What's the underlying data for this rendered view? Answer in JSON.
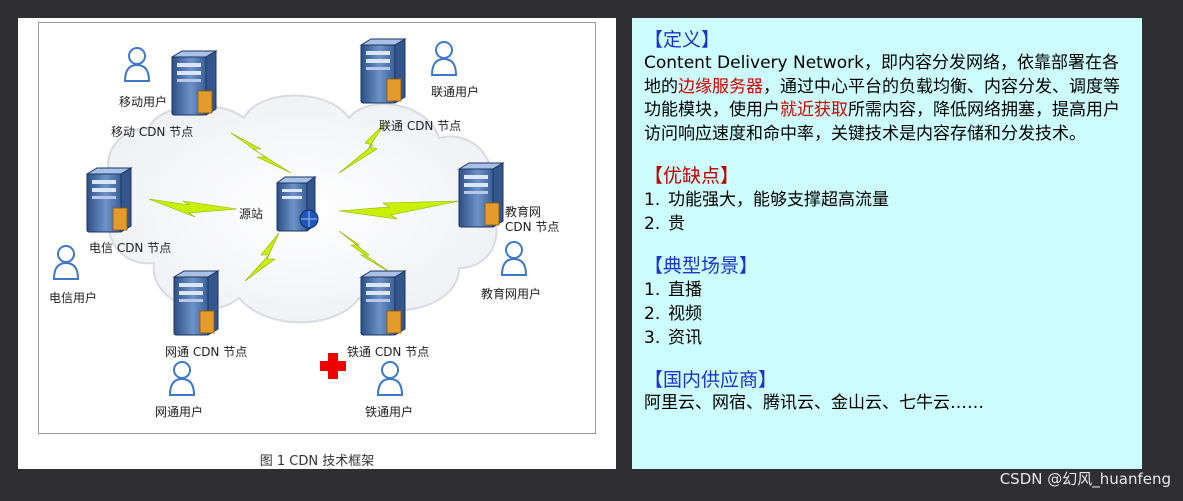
{
  "figure": {
    "caption": "图 1  CDN 技术框架",
    "nodes": {
      "mobile": "移动 CDN 节点",
      "unicom": "联通 CDN 节点",
      "telecom": "电信 CDN 节点",
      "edu": "教育网\nCDN 节点",
      "netcom": "网通 CDN 节点",
      "railcom": "铁通 CDN 节点",
      "origin": "源站"
    },
    "users": {
      "mobile": "移动用户",
      "unicom": "联通用户",
      "telecom": "电信用户",
      "edu": "教育网用户",
      "netcom": "网通用户",
      "railcom": "铁通用户"
    }
  },
  "info": {
    "definition": {
      "title": "【定义】",
      "text_a": "Content Delivery Network，即内容分发网络，依靠部署在各地的",
      "hl1": "边缘服务器",
      "text_b": "，通过中心平台的负载均衡、内容分发、调度等功能模块，使用户",
      "hl2": "就近获取",
      "text_c": "所需内容，降低网络拥塞，提高用户访问响应速度和命中率，关键技术是内容存储和分发技术。"
    },
    "pros_cons": {
      "title": "【优缺点】",
      "items": [
        "功能强大，能够支撑超高流量",
        "贵"
      ]
    },
    "scenarios": {
      "title": "【典型场景】",
      "items": [
        "直播",
        "视频",
        "资讯"
      ]
    },
    "vendors": {
      "title": "【国内供应商】",
      "text": "阿里云、网宿、腾讯云、金山云、七牛云……"
    }
  },
  "watermark": "CSDN @幻风_huanfeng",
  "colors": {
    "section_title": "#1a35c8",
    "highlight": "#d00000",
    "info_bg": "#ccfcfc",
    "lightning": "#c8f000"
  }
}
